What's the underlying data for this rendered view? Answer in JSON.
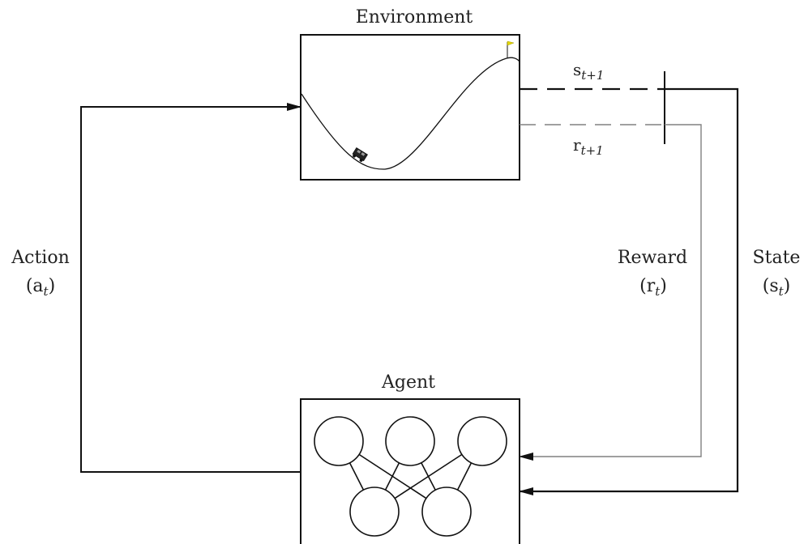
{
  "environment": {
    "title": "Environment"
  },
  "agent": {
    "title": "Agent"
  },
  "signals": {
    "next_state": {
      "base": "s",
      "sub": "t+1"
    },
    "next_reward": {
      "base": "r",
      "sub": "t+1"
    }
  },
  "feedback": {
    "action": {
      "word": "Action",
      "open": "(",
      "base": "a",
      "sub": "t",
      "close": ")"
    },
    "reward": {
      "word": "Reward",
      "open": "(",
      "base": "r",
      "sub": "t",
      "close": ")"
    },
    "state": {
      "word": "State",
      "open": "(",
      "base": "s",
      "sub": "t",
      "close": ")"
    }
  },
  "colors": {
    "line": "#111111",
    "reward_line": "#808080",
    "flag": "#e5d800"
  },
  "icons": [
    "mountain-car-icon",
    "flag-icon",
    "neural-network-icon"
  ]
}
